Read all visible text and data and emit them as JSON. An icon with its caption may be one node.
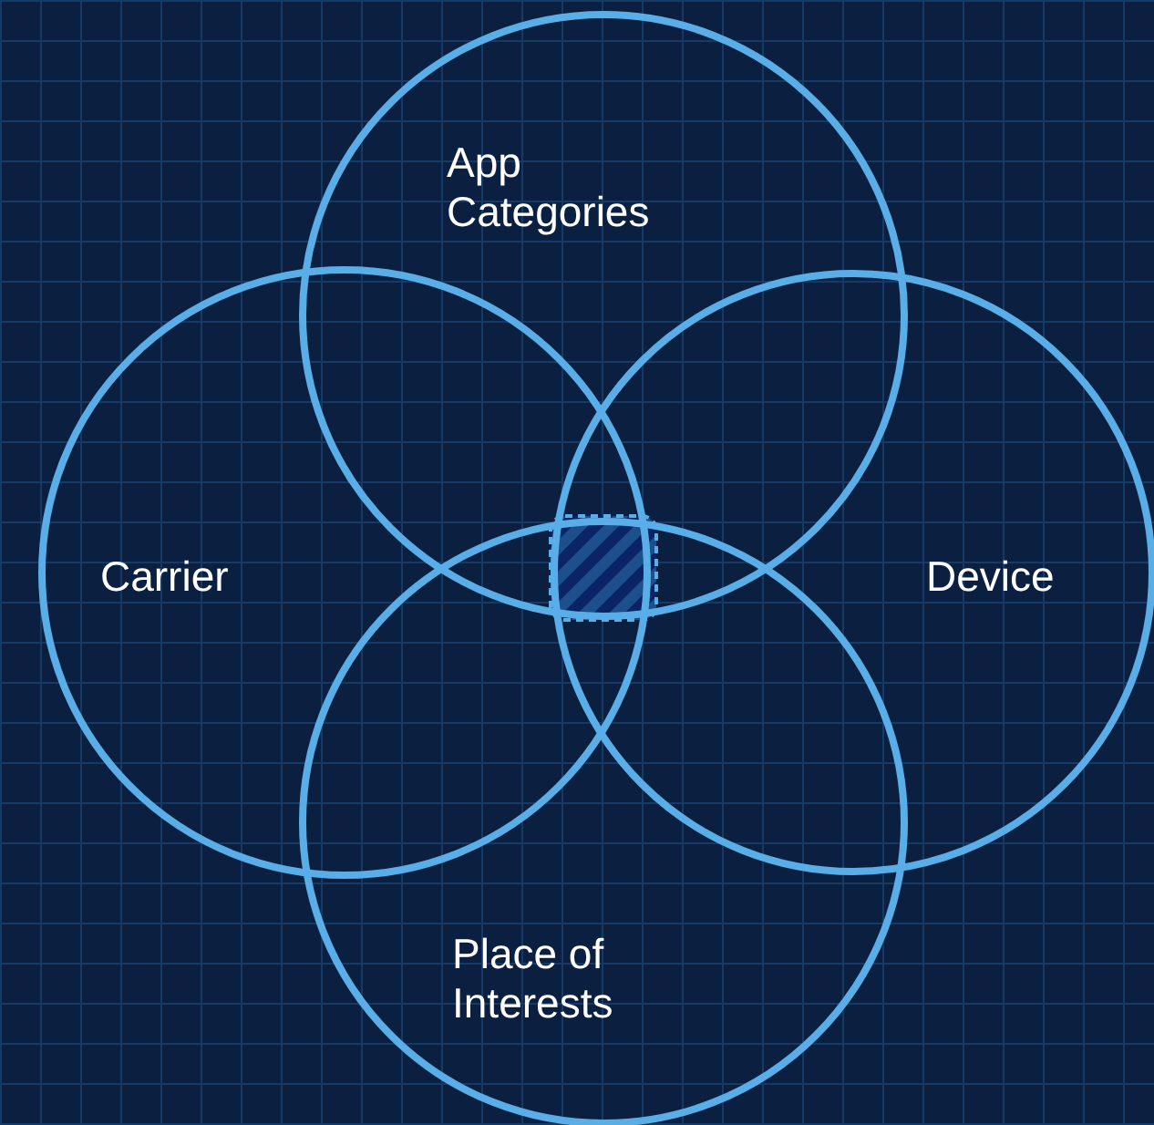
{
  "diagram": {
    "nodes": [
      {
        "text": [
          "App Categories"
        ]
      },
      {
        "text": [
          "Carrier"
        ]
      },
      {
        "text": [
          "Device"
        ]
      },
      {
        "text": [
          "Place of Interests"
        ]
      }
    ]
  }
}
